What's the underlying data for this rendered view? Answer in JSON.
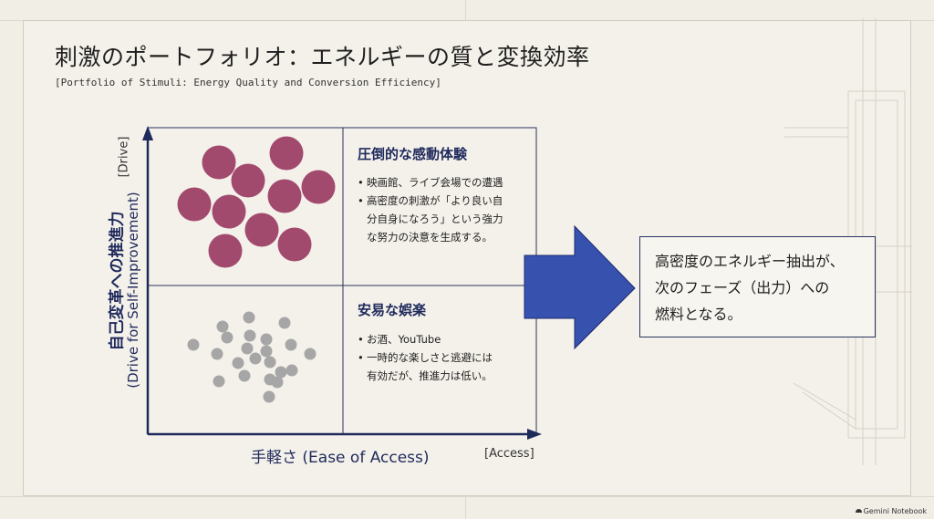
{
  "title": "刺激のポートフォリオ：エネルギーの質と変換効率",
  "subtitle": "[Portfolio of Stimuli: Energy Quality and Conversion Efficiency]",
  "axes": {
    "y_label": "自己変革への推進力",
    "y_sublabel": "(Drive for Self-Improvement)",
    "y_tag": "[Drive]",
    "x_label": "手軽さ (Ease of Access)",
    "x_tag": "[Access]"
  },
  "quadrants": {
    "top": {
      "heading": "圧倒的な感動体験",
      "bullets": [
        "映画館、ライブ会場での遭遇",
        "高密度の刺激が「より良い自",
        "分自身になろう」という強力",
        "な努力の決意を生成する。"
      ]
    },
    "bottom": {
      "heading": "安易な娯楽",
      "bullets": [
        "お酒、YouTube",
        "一時的な楽しさと逃避には",
        "有効だが、推進力は低い。"
      ]
    }
  },
  "callout": {
    "line1": "高密度のエネルギー抽出が、",
    "line2": "次のフェーズ（出力）への",
    "line3": "燃料となる。"
  },
  "colors": {
    "axis": "#1f2a5c",
    "high_density_dot": "#a24a6e",
    "low_density_dot": "#a6a6a6",
    "arrow_fill": "#3c56b5",
    "arrow_stroke": "#1d2a70"
  },
  "footer": "Gemini Notebook"
}
